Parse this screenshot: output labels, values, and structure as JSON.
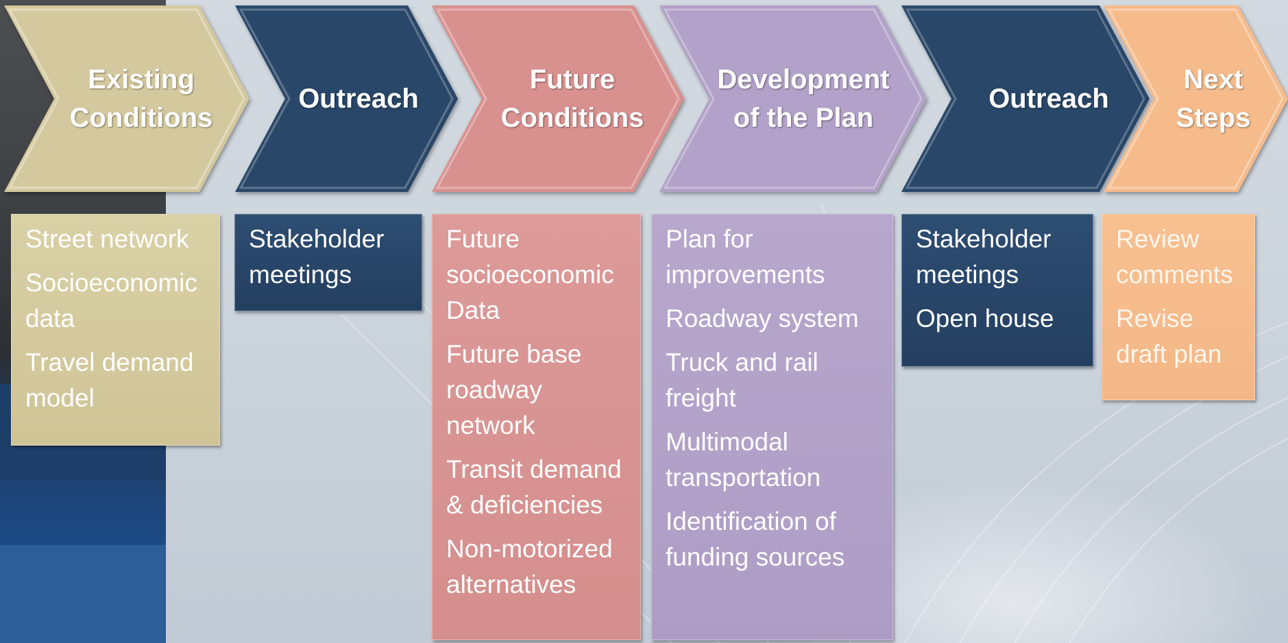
{
  "colors": {
    "tan": "#d4c99e",
    "navy": "#294769",
    "pink": "#d8918f",
    "lavender": "#b2a1c8",
    "peach": "#f6bb8b"
  },
  "steps": [
    {
      "label": "Existing\nConditions",
      "color": "tan"
    },
    {
      "label": "Outreach",
      "color": "navy"
    },
    {
      "label": "Future\nConditions",
      "color": "pink"
    },
    {
      "label": "Development\nof the Plan",
      "color": "lavender"
    },
    {
      "label": "Outreach",
      "color": "navy"
    },
    {
      "label": "Next\nSteps",
      "color": "peach"
    }
  ],
  "details": [
    {
      "items": [
        "Street network",
        "Socioeconomic\ndata",
        "Travel demand\nmodel"
      ]
    },
    {
      "items": [
        "Stakeholder\nmeetings"
      ]
    },
    {
      "items": [
        "Future\nsocioeconomic\nData",
        "Future base\nroadway\nnetwork",
        "Transit demand\n& deficiencies",
        "Non-motorized\nalternatives"
      ]
    },
    {
      "items": [
        "Plan for\nimprovements",
        "Roadway system",
        "Truck and rail\nfreight",
        "Multimodal\ntransportation",
        "Identification of\nfunding sources"
      ]
    },
    {
      "items": [
        "Stakeholder\nmeetings",
        "Open house"
      ]
    },
    {
      "items": [
        "Review\ncomments",
        "Revise\ndraft plan"
      ]
    }
  ]
}
